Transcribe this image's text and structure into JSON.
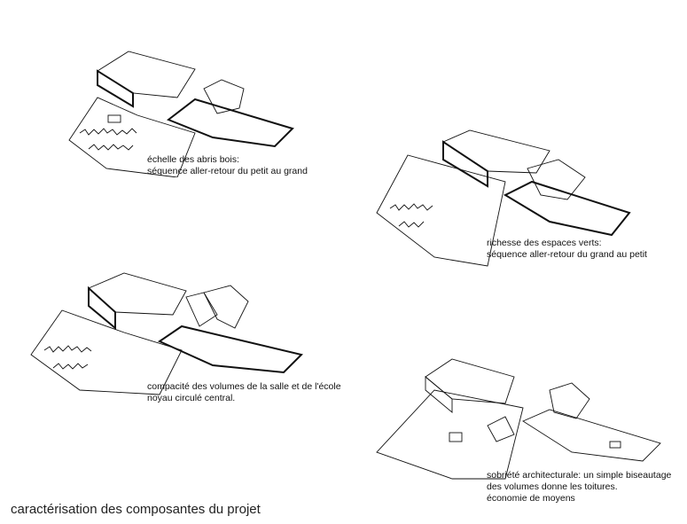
{
  "title": "caractérisation des composantes du projet",
  "panels": [
    {
      "caption": [
        "échelle des abris bois:",
        "séquence aller-retour du petit au grand"
      ],
      "colors": {
        "hall": "#f5d3b0",
        "wing": "#f5d3b0",
        "ground": "#ffffff"
      }
    },
    {
      "caption": [
        "richesse des espaces verts:",
        "séquence aller-retour du grand au petit"
      ],
      "colors": {
        "hall": "#ffffff",
        "ground": "#5cf0b4"
      }
    },
    {
      "caption": [
        "compacité des volumes de la salle et de l'école",
        "noyau circulé central."
      ],
      "colors": {
        "hall": "#f4b3b8",
        "school": "#c6c6f6",
        "core": "#f6f0b0",
        "ground": "#ffffff"
      }
    },
    {
      "caption": [
        "sobriété architecturale: un simple biseautage",
        "des volumes donne les toitures.",
        "économie de moyens"
      ],
      "colors": {
        "roof": "#c6c6f6",
        "ground": "#ffffff",
        "path": "#bdbdbd"
      }
    }
  ]
}
